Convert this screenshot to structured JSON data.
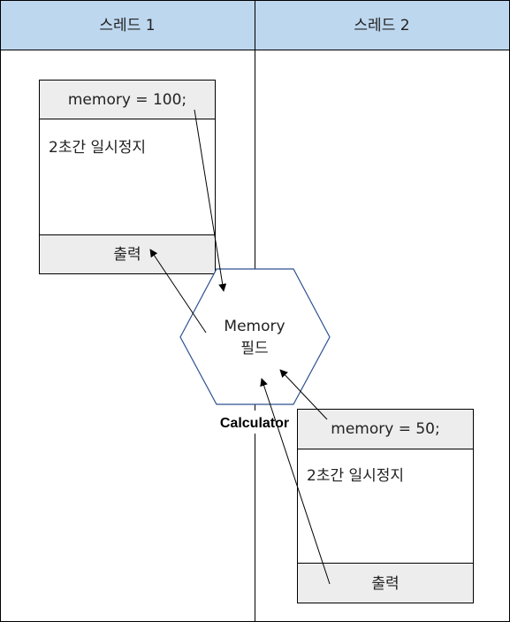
{
  "columns": [
    {
      "label": "스레드 1"
    },
    {
      "label": "스레드 2"
    }
  ],
  "thread1_box": {
    "assign": "memory = 100;",
    "pause": "2초간 일시정지",
    "output": "출력"
  },
  "thread2_box": {
    "assign": "memory = 50;",
    "pause": "2초간 일시정지",
    "output": "출력"
  },
  "shared": {
    "line1": "Memory",
    "line2": "필드",
    "object_label": "Calculator"
  },
  "colors": {
    "header_fill": "#bdd7ee",
    "cell_fill": "#ededed",
    "hex_stroke": "#2f528f",
    "border": "#000000"
  }
}
